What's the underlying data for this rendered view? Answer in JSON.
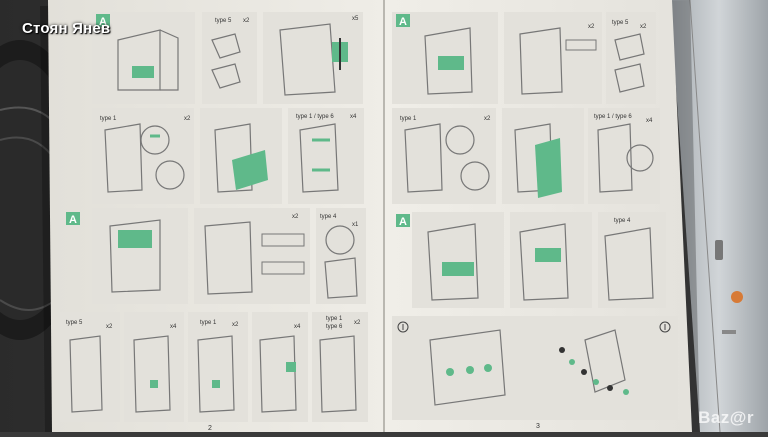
{
  "overlay": {
    "author_name": "Стоян Янев"
  },
  "left_page": {
    "page_number": "2",
    "rows": [
      {
        "section_badge": "A",
        "panels": [
          {
            "labels": []
          },
          {
            "labels": [
              "type 5"
            ],
            "count": "x2"
          },
          {
            "labels": [],
            "count": "x5"
          }
        ]
      },
      {
        "panels": [
          {
            "labels": [
              "type 1"
            ],
            "count": "x2"
          },
          {
            "labels": []
          },
          {
            "labels": [
              "type 1 / type 6"
            ],
            "count": "x4"
          }
        ]
      },
      {
        "section_badge": "A",
        "panels": [
          {
            "labels": []
          },
          {
            "labels": [],
            "count": "x2"
          },
          {
            "labels": [
              "type 4"
            ],
            "count": "x1"
          }
        ]
      },
      {
        "panels": [
          {
            "labels": [
              "type 5"
            ],
            "count": "x2"
          },
          {
            "labels": [],
            "count": "x4"
          },
          {
            "labels": [
              "type 1"
            ],
            "count": "x2"
          },
          {
            "labels": [],
            "count": "x4"
          },
          {
            "labels": [
              "type 1",
              "type 6"
            ],
            "count": "x2"
          }
        ]
      }
    ]
  },
  "right_page": {
    "page_number": "3",
    "rows": [
      {
        "section_badge": "A",
        "panels": [
          {
            "labels": []
          },
          {
            "labels": [],
            "count": "x2"
          },
          {
            "labels": [
              "type 5"
            ],
            "count": "x2"
          }
        ]
      },
      {
        "panels": [
          {
            "labels": [
              "type 1"
            ],
            "count": "x2"
          },
          {
            "labels": []
          },
          {
            "labels": [
              "type 1 / type 6"
            ],
            "count": "x4"
          }
        ]
      },
      {
        "section_badge": "A",
        "panels": [
          {
            "labels": []
          },
          {
            "labels": []
          },
          {
            "labels": [
              "type 4"
            ]
          }
        ]
      },
      {
        "panels": [
          {
            "labels": [],
            "icons": [
              "ground-icon",
              "ground-icon"
            ]
          }
        ]
      }
    ]
  },
  "watermark": "Baz@r",
  "colors": {
    "accent_green": "#5fb98a",
    "paper": "#eeece6",
    "panel_fill": "#e4e2dc",
    "line": "#666666"
  }
}
